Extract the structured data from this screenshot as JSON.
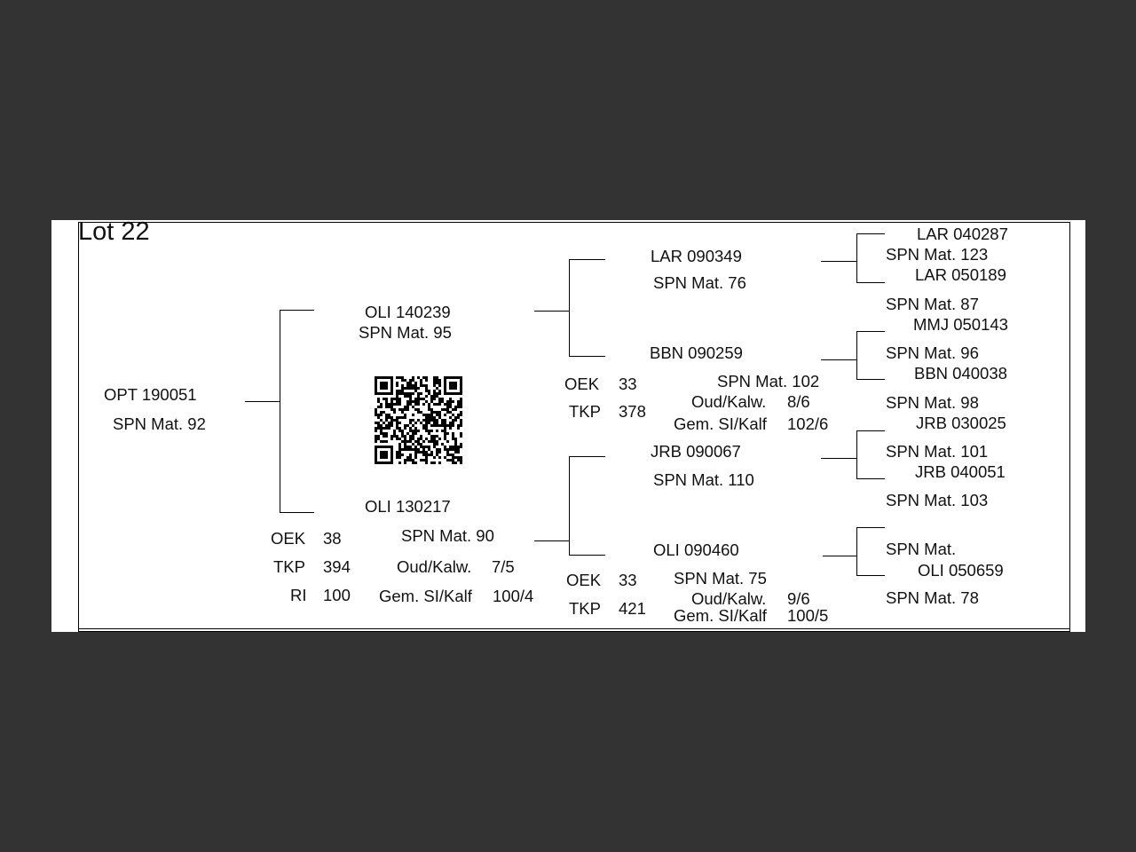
{
  "lot": {
    "title": "Lot 22"
  },
  "animal": {
    "id": "OPT 190051",
    "spn": "SPN Mat. 92"
  },
  "sire": {
    "id": "OLI 140239",
    "spn": "SPN Mat. 95",
    "sire": {
      "id": "LAR 090349",
      "spn": "SPN Mat. 76",
      "parents": [
        {
          "id": "LAR 040287",
          "spn": "SPN Mat. 123"
        },
        {
          "id": "LAR 050189",
          "spn": "SPN Mat. 87"
        }
      ]
    },
    "dam": {
      "id": "BBN 090259",
      "spn": "SPN Mat. 102",
      "oek_label": "OEK",
      "oek_value": "33",
      "tkp_label": "TKP",
      "tkp_value": "378",
      "oud_label": "Oud/Kalw.",
      "oud_value": "8/6",
      "gem_label": "Gem. SI/Kalf",
      "gem_value": "102/6",
      "parents": [
        {
          "id": "MMJ 050143",
          "spn": "SPN Mat. 96"
        },
        {
          "id": "BBN 040038",
          "spn": "SPN Mat. 98"
        }
      ]
    }
  },
  "dam": {
    "id": "OLI 130217",
    "spn": "SPN Mat. 90",
    "oek_label": "OEK",
    "oek_value": "38",
    "tkp_label": "TKP",
    "tkp_value": "394",
    "ri_label": "RI",
    "ri_value": "100",
    "oud_label": "Oud/Kalw.",
    "oud_value": "7/5",
    "gem_label": "Gem. SI/Kalf",
    "gem_value": "100/4",
    "sire": {
      "id": "JRB 090067",
      "spn": "SPN Mat. 110",
      "parents": [
        {
          "id": "JRB 030025",
          "spn": "SPN Mat. 101"
        },
        {
          "id": "JRB 040051",
          "spn": "SPN Mat. 103"
        }
      ]
    },
    "dam": {
      "id": "OLI 090460",
      "spn": "SPN Mat. 75",
      "oek_label": "OEK",
      "oek_value": "33",
      "tkp_label": "TKP",
      "tkp_value": "421",
      "oud_label": "Oud/Kalw.",
      "oud_value": "9/6",
      "gem_label": "Gem. SI/Kalf",
      "gem_value": "100/5",
      "parents": [
        {
          "id": "",
          "spn": "SPN Mat."
        },
        {
          "id": "OLI 050659",
          "spn": "SPN Mat. 78"
        }
      ]
    }
  },
  "qr_code": {
    "icon": "qr-code-icon"
  }
}
